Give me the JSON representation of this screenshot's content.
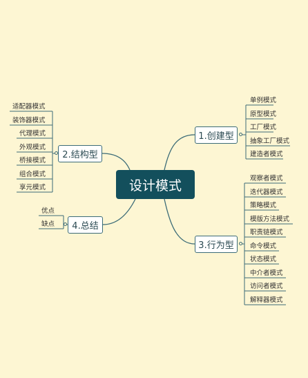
{
  "central": "设计模式",
  "branches": {
    "creational": {
      "label": "1.创建型",
      "items": [
        "单例模式",
        "原型模式",
        "工厂模式",
        "抽象工厂模式",
        "建造者模式"
      ]
    },
    "structural": {
      "label": "2.结构型",
      "items": [
        "适配器模式",
        "装饰器模式",
        "代理模式",
        "外观模式",
        "桥接模式",
        "组合模式",
        "享元模式"
      ]
    },
    "behavioral": {
      "label": "3.行为型",
      "items": [
        "观察者模式",
        "迭代器模式",
        "策略模式",
        "模版方法模式",
        "职责链模式",
        "命令模式",
        "状态模式",
        "中介者模式",
        "访问者模式",
        "解释器模式"
      ]
    },
    "summary": {
      "label": "4.总结",
      "items": [
        "优点",
        "缺点"
      ]
    }
  },
  "colors": {
    "background": "#fdf6d3",
    "central": "#134f5c",
    "line": "#3b6b77"
  }
}
